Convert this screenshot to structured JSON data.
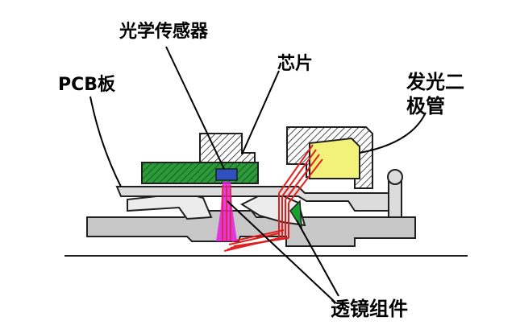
{
  "labels": {
    "optical_sensor": "光学传感器",
    "chip": "芯片",
    "pcb": "PCB板",
    "led_line1": "发光二",
    "led_line2": "极管",
    "lens": "透镜组件"
  },
  "colors": {
    "housing": "#c8c8c8",
    "pcb_green": "#2d9a3a",
    "led_yellow": "#f2f27a",
    "light_red": "#e02020",
    "light_magenta": "#e020e0",
    "prism_green": "#18a030",
    "sensor_blue": "#3050c0",
    "outline": "#202020"
  }
}
